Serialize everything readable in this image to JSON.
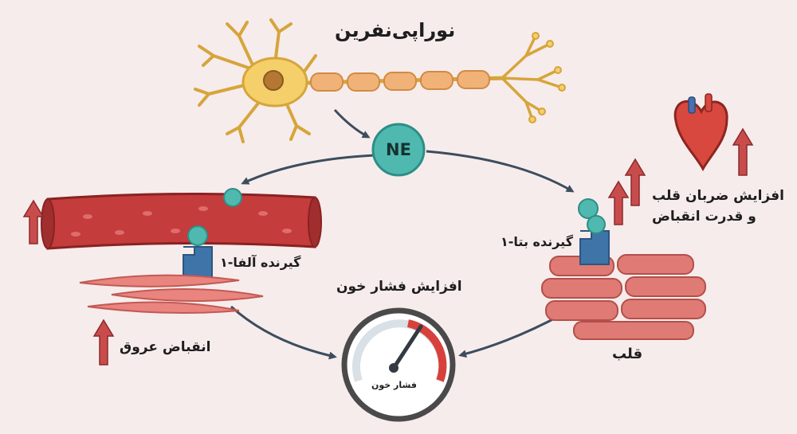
{
  "title": "نوراپی‌نفرین",
  "ne_label": "NE",
  "alpha_receptor_label": "گیرنده آلفا-۱",
  "beta_receptor_label": "گیرنده بتا-۱",
  "vasoconstriction_label": "انقباض عروق",
  "bp_increase_label": "افزایش فشار خون",
  "gauge_label": "فشار خون",
  "heart_label": "قلب",
  "heart_effect_line1": "افزایش ضربان قلب",
  "heart_effect_line2": "و قدرت انقباض",
  "colors": {
    "background": "#f7ecec",
    "neuron_body": "#f4cf6a",
    "myelin": "#f0b277",
    "ne_molecule": "#4fb9b0",
    "receptor": "#3f74a8",
    "vessel": "#c43c3c",
    "muscle": "#e9847e",
    "arrow": "#3c4d5e",
    "up_arrow": "#c94c4c"
  },
  "icons": [
    "neuron-icon",
    "heart-icon",
    "blood-vessel-icon",
    "smooth-muscle-icon",
    "cardiac-muscle-icon",
    "gauge-icon",
    "up-arrow-icon"
  ]
}
